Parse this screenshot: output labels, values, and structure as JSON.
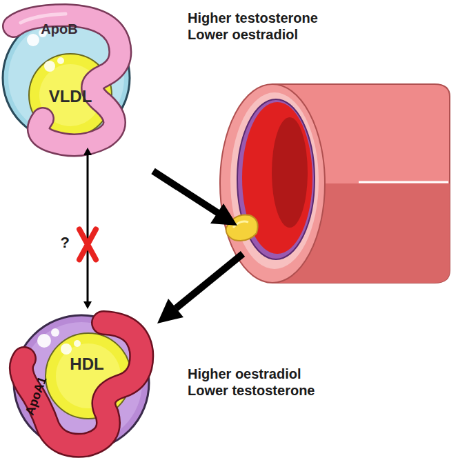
{
  "diagram": {
    "nodes": [
      {
        "text": [
          "ApoB",
          "VLDL"
        ]
      },
      {
        "text": [
          "HDL",
          "ApoA1"
        ]
      }
    ],
    "edges": [
      {
        "from": 0,
        "to": 1,
        "arrow": "both",
        "label": "?"
      }
    ],
    "labels": [
      "Higher testosterone Lower oestradiol",
      "Higher oestradiol Lower testosterone"
    ]
  }
}
